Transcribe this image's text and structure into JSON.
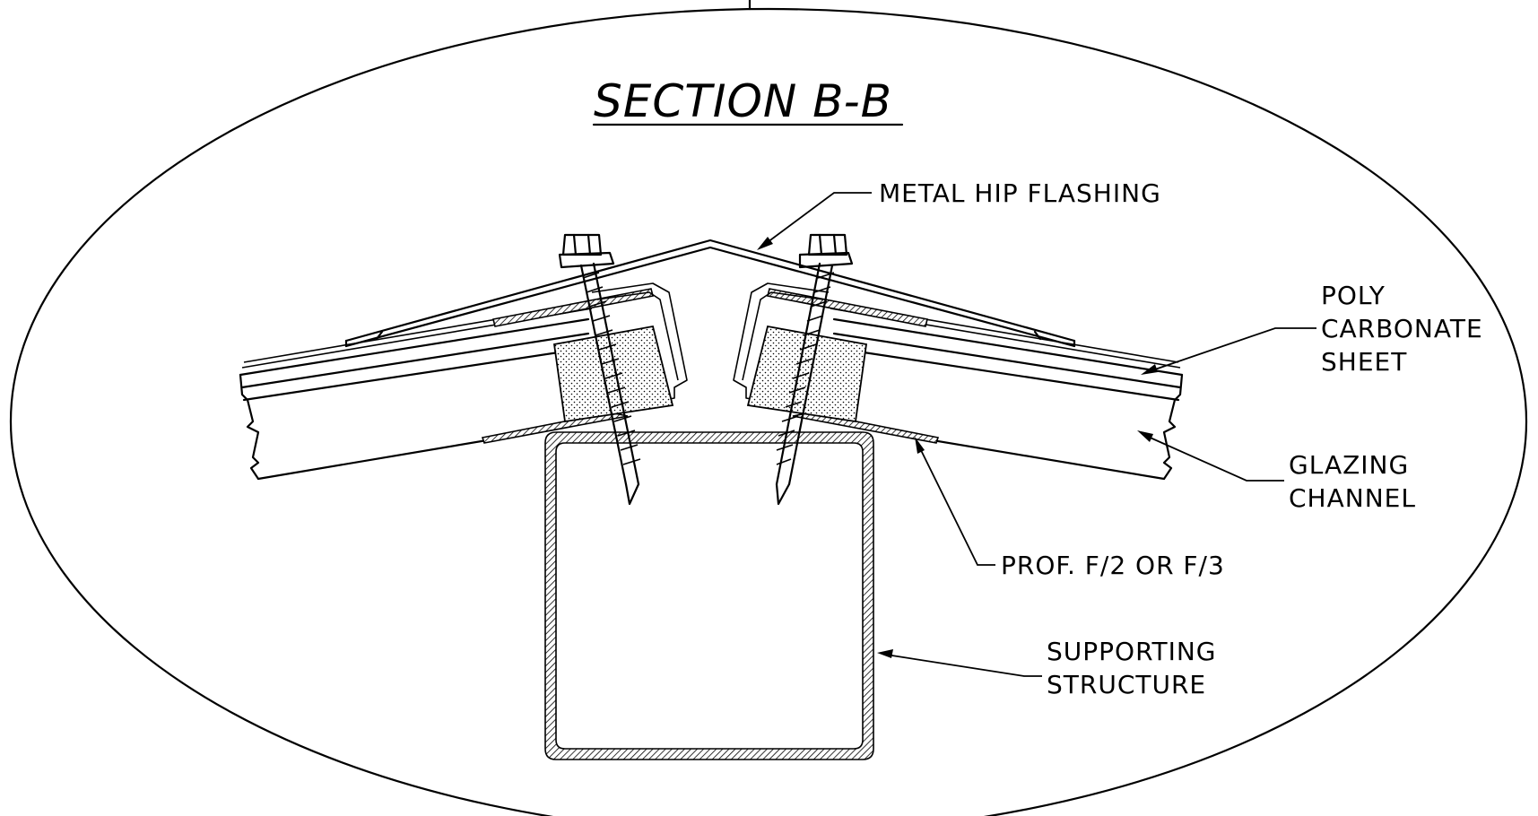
{
  "title": "SECTION  B-B",
  "labels": {
    "metal_hip_flashing": "METAL  HIP  FLASHING",
    "poly_line1": "POLY",
    "poly_line2": "CARBONATE",
    "poly_line3": "SHEET",
    "glazing_line1": "GLAZING",
    "glazing_line2": "CHANNEL",
    "profile": "PROF.  F/2  OR  F/3",
    "support_line1": "SUPPORTING",
    "support_line2": "STRUCTURE"
  },
  "colors": {
    "ink": "#000000",
    "paper": "#ffffff"
  }
}
